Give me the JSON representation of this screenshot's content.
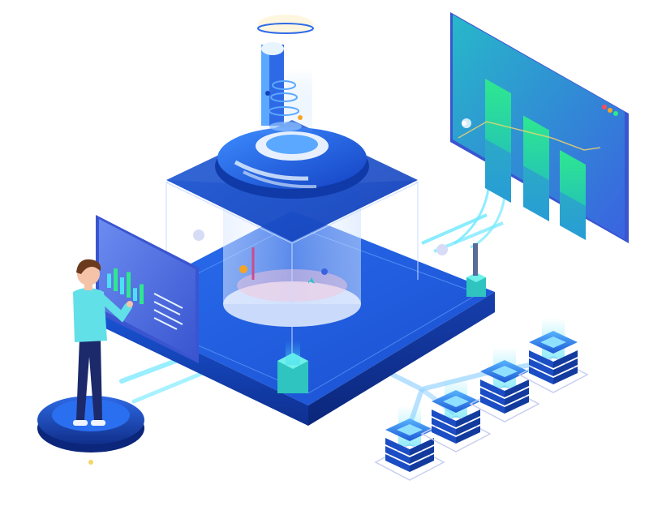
{
  "illustration": {
    "kind": "isometric data-center illustration",
    "elements": [
      "person-figure",
      "user-platform",
      "touch-panel",
      "main-server-base",
      "glass-cylinder",
      "top-dome",
      "light-beam",
      "dashboard-screen",
      "server-stacks",
      "data-connectors"
    ]
  },
  "palette": {
    "deep_blue": "#1340b8",
    "royal_blue": "#2f6ae6",
    "sky_blue": "#5aa8ff",
    "cyan": "#4de0f5",
    "green": "#2ee88f",
    "teal": "#2fc4c0",
    "light": "#e8f4ff",
    "navy": "#1c2a6b",
    "skin": "#f4c3a8",
    "shirt": "#62e0e8",
    "hair": "#6b3a1c",
    "orange": "#f5a524"
  },
  "dashboard": {
    "bar_levels": [
      0.9,
      0.75,
      0.62
    ],
    "dot_colors": [
      "#ff4d4f",
      "#f5a524",
      "#2ee88f"
    ]
  },
  "panel": {
    "bar_levels": [
      0.5,
      0.8,
      0.6,
      0.9,
      0.45,
      0.7
    ]
  },
  "server_stack_count": 4
}
